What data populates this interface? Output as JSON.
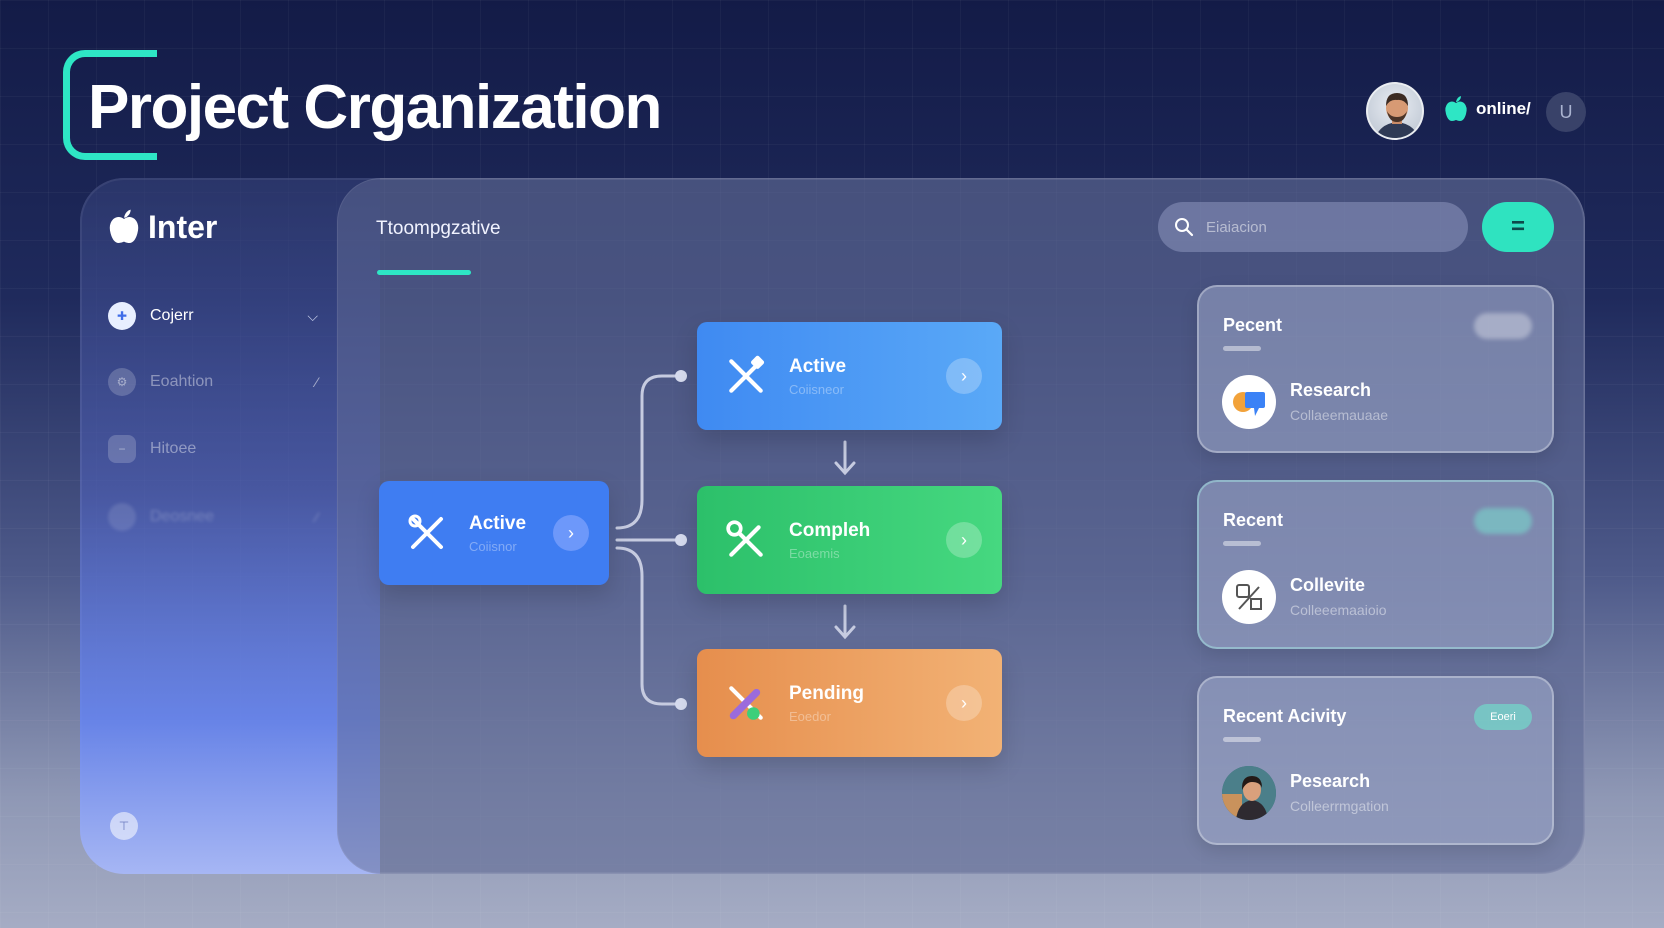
{
  "header": {
    "title": "Project Crganization",
    "status_text": "online/",
    "user_initial": "U"
  },
  "sidebar": {
    "brand": "Inter",
    "items": [
      {
        "label": "Cojerr",
        "icon": "plus-icon"
      },
      {
        "label": "Eoahtion",
        "icon": "gear-icon"
      },
      {
        "label": "Hitoee",
        "icon": "minus-icon"
      },
      {
        "label": "Deosnee",
        "icon": "circle-icon"
      }
    ]
  },
  "main": {
    "tab": "Ttoompgzative",
    "search_placeholder": "Eiaiacion",
    "menu_symbol": "="
  },
  "flow": {
    "root": {
      "label": "Active",
      "sub": "Coiisnor",
      "color": "#3f7df2"
    },
    "nodes": [
      {
        "label": "Active",
        "sub": "Coiisneor",
        "color": "#4c96f3"
      },
      {
        "label": "Compleh",
        "sub": "Eoaemis",
        "color": "#32c872"
      },
      {
        "label": "Pending",
        "sub": "Eoedor",
        "color": "#ec9f5e"
      }
    ]
  },
  "cards": [
    {
      "title": "Pecent",
      "item": "Research",
      "sub": "Collaeemauaae",
      "pill": ""
    },
    {
      "title": "Recent",
      "item": "Collevite",
      "sub": "Colleeemaaioio",
      "pill": ""
    },
    {
      "title": "Recent Acivity",
      "item": "Pesearch",
      "sub": "Colleerrmgation",
      "pill": "Eoeri"
    }
  ],
  "colors": {
    "accent": "#2ee6c5",
    "background_top": "#131b47"
  }
}
